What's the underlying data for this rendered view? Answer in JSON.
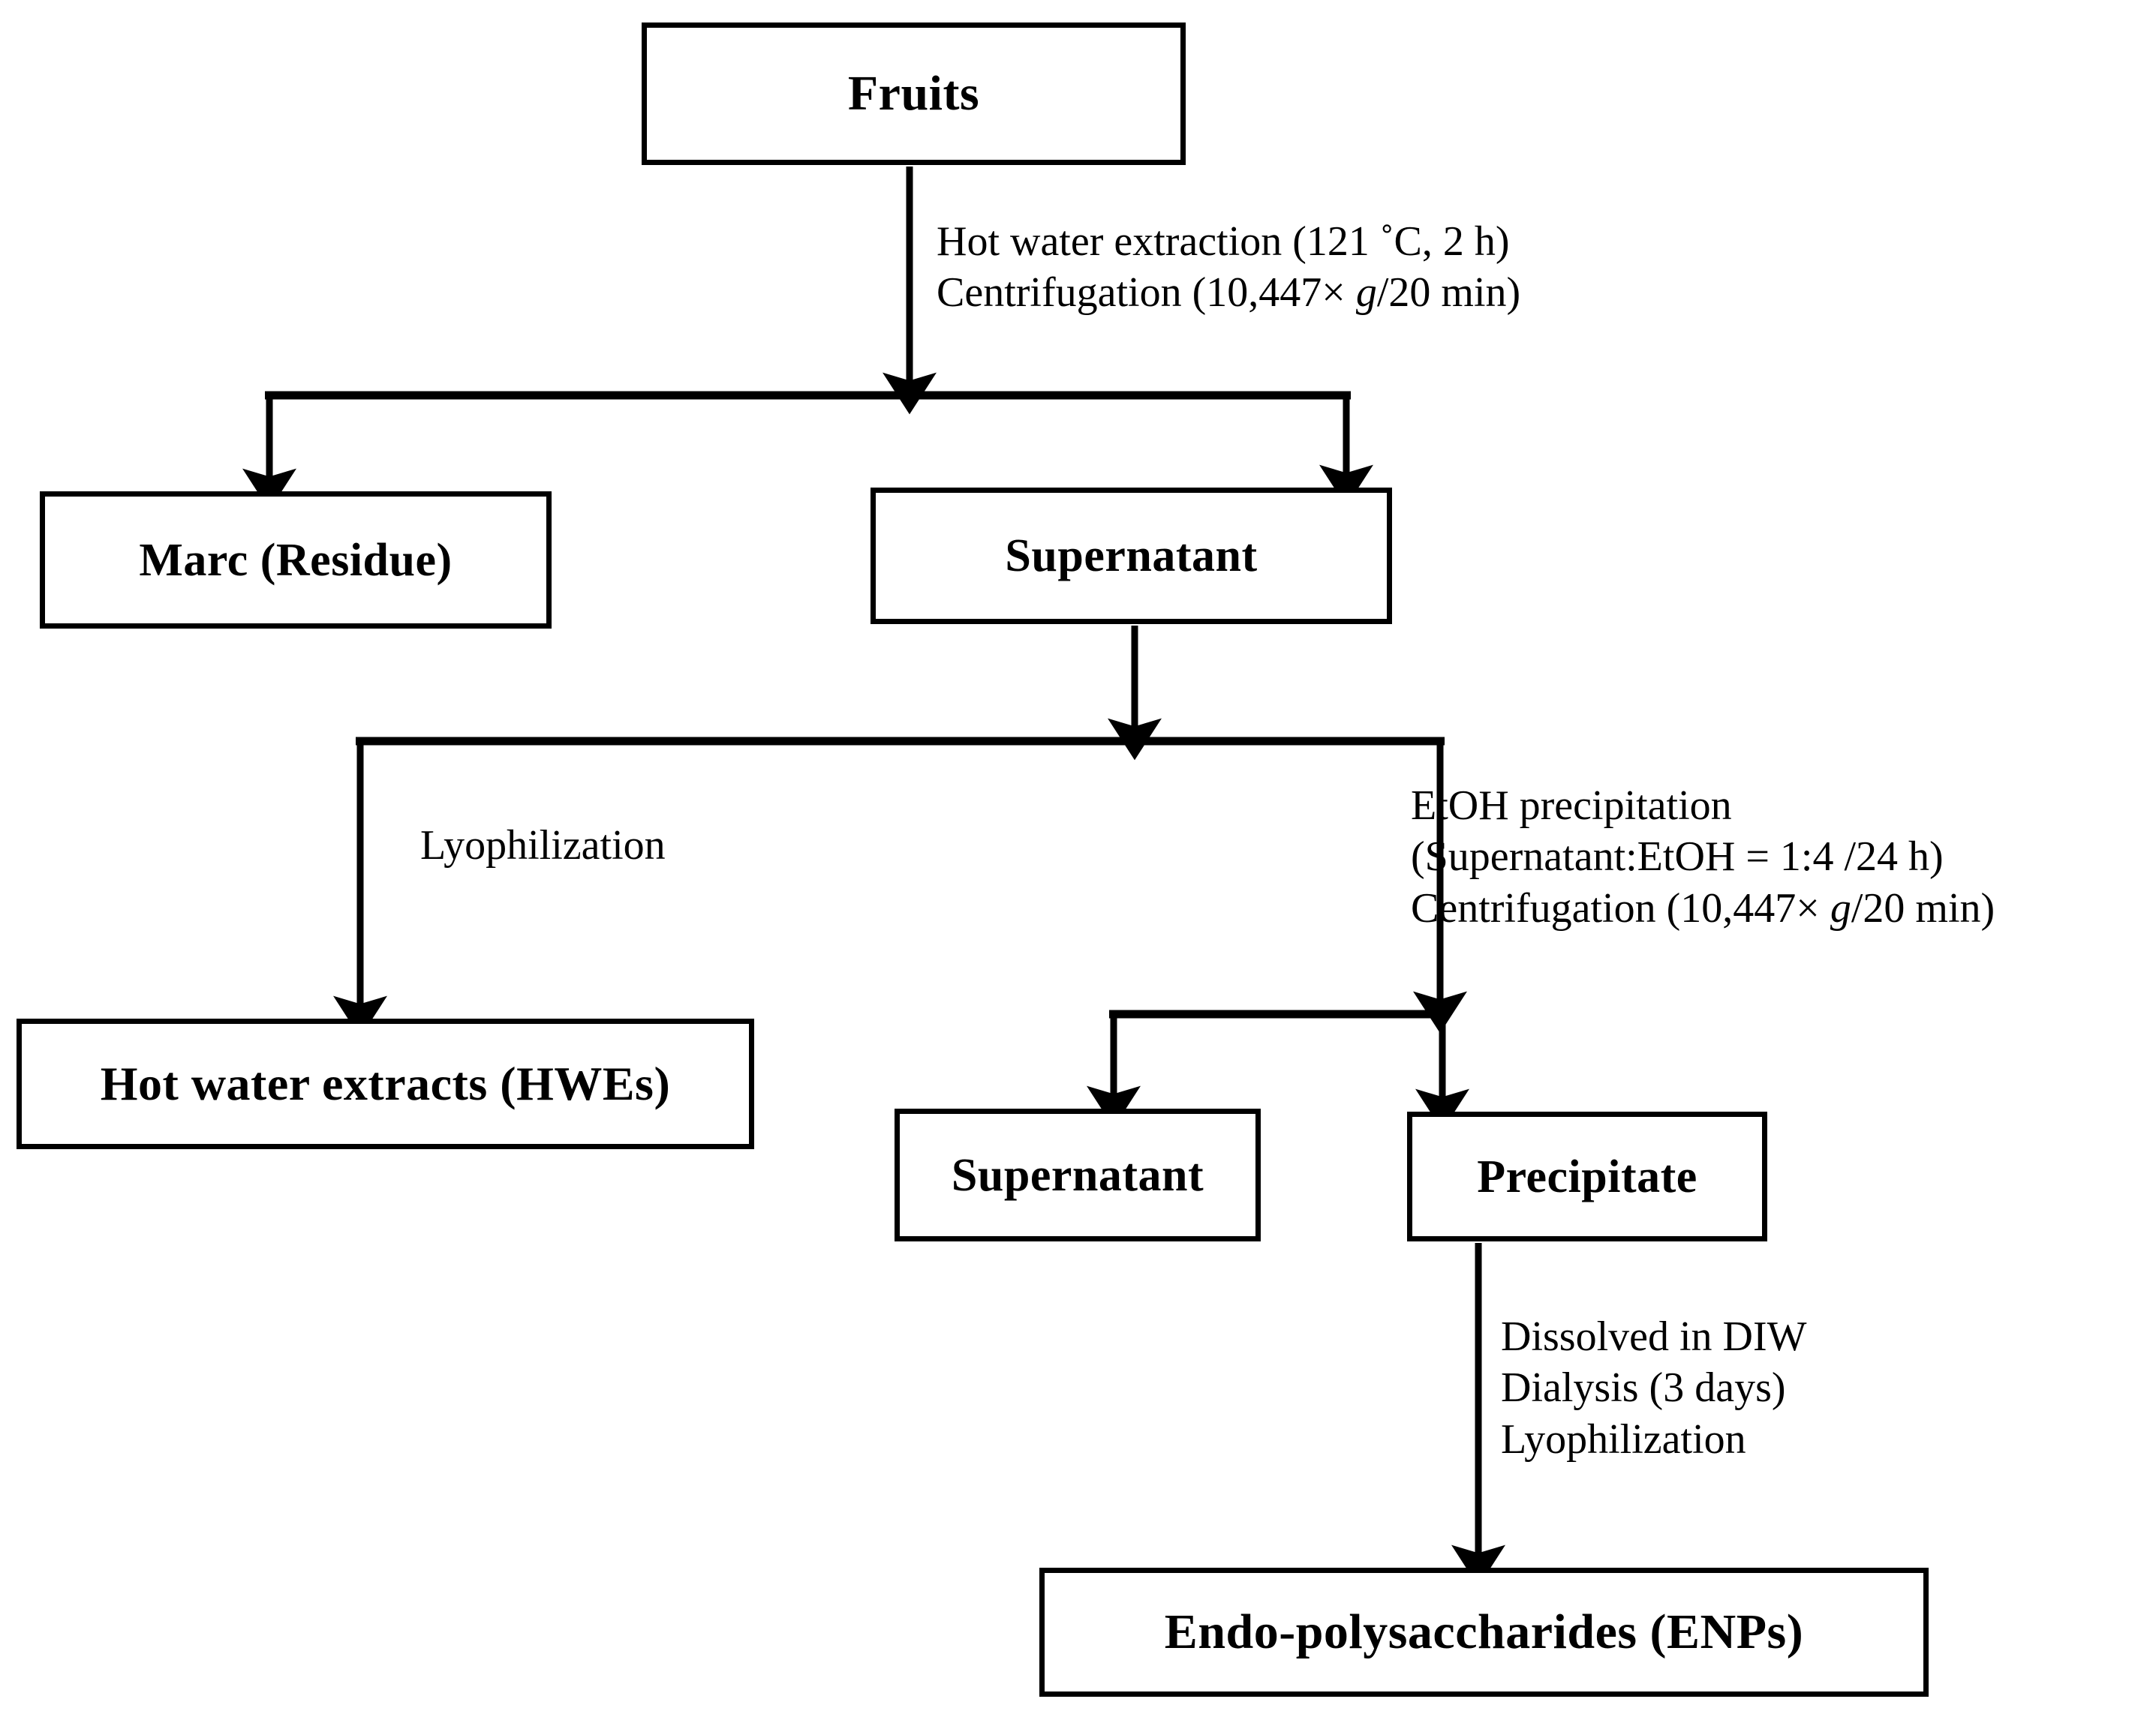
{
  "diagram": {
    "title": "Fruit polysaccharide extraction flowchart",
    "type": "flowchart",
    "colors": {
      "stroke": "#000000",
      "fill": "#ffffff",
      "text": "#000000"
    },
    "nodes": [
      {
        "id": "fruits",
        "label": "Fruits"
      },
      {
        "id": "marc",
        "label": "Marc (Residue)"
      },
      {
        "id": "sup1",
        "label": "Supernatant"
      },
      {
        "id": "hwes",
        "label": "Hot water extracts (HWEs)"
      },
      {
        "id": "sup2",
        "label": "Supernatant"
      },
      {
        "id": "precip",
        "label": "Precipitate"
      },
      {
        "id": "enps",
        "label": "Endo-polysaccharides (ENPs)"
      }
    ],
    "annotations": {
      "extraction": {
        "line1": "Hot water extraction (121 ˚C, 2 h)",
        "line2_pre": "Centrifugation (10,447× ",
        "line2_ital": "g",
        "line2_post": "/20 min)"
      },
      "lyophilization": {
        "line1": "Lyophilization"
      },
      "etoh": {
        "line1": "EtOH precipitation",
        "line2": "(Supernatant:EtOH = 1:4 /24 h)",
        "line3_pre": "Centrifugation (10,447× ",
        "line3_ital": "g",
        "line3_post": "/20 min)"
      },
      "dialysis": {
        "line1": "Dissolved in DIW",
        "line2": "Dialysis (3 days)",
        "line3": "Lyophilization"
      }
    },
    "edges": [
      {
        "from": "fruits",
        "to": "split-1",
        "label": "extraction"
      },
      {
        "from": "split-1",
        "to": "marc",
        "label": ""
      },
      {
        "from": "split-1",
        "to": "sup1",
        "label": ""
      },
      {
        "from": "sup1",
        "to": "split-2",
        "label": ""
      },
      {
        "from": "split-2",
        "to": "hwes",
        "label": "lyophilization"
      },
      {
        "from": "split-2",
        "to": "split-3",
        "label": "etoh"
      },
      {
        "from": "split-3",
        "to": "sup2",
        "label": ""
      },
      {
        "from": "split-3",
        "to": "precip",
        "label": ""
      },
      {
        "from": "precip",
        "to": "enps",
        "label": "dialysis"
      }
    ]
  }
}
